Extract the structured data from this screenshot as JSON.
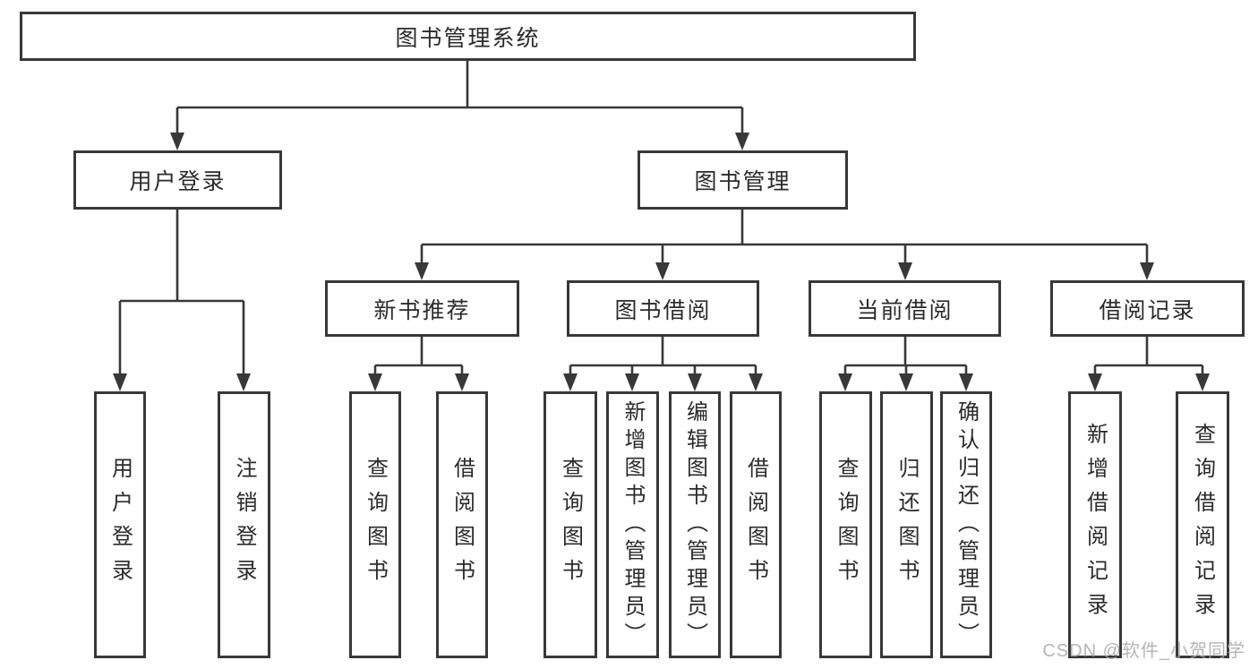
{
  "diagram": {
    "type": "hierarchy-tree",
    "root": {
      "label": "图书管理系统",
      "children": [
        {
          "label": "用户登录",
          "children": [
            {
              "label": "用户登录"
            },
            {
              "label": "注销登录"
            }
          ]
        },
        {
          "label": "图书管理",
          "children": [
            {
              "label": "新书推荐",
              "children": [
                {
                  "label": "查询图书"
                },
                {
                  "label": "借阅图书"
                }
              ]
            },
            {
              "label": "图书借阅",
              "children": [
                {
                  "label": "查询图书"
                },
                {
                  "label": "新增图书（管理员）"
                },
                {
                  "label": "编辑图书（管理员）"
                },
                {
                  "label": "借阅图书"
                }
              ]
            },
            {
              "label": "当前借阅",
              "children": [
                {
                  "label": "查询图书"
                },
                {
                  "label": "归还图书"
                },
                {
                  "label": "确认归还（管理员）"
                }
              ]
            },
            {
              "label": "借阅记录",
              "children": [
                {
                  "label": "新增借阅记录"
                },
                {
                  "label": "查询借阅记录"
                }
              ]
            }
          ]
        }
      ]
    }
  },
  "watermark": {
    "text": "CSDN @软件_小贺同学"
  },
  "colors": {
    "line": "#383838",
    "box_border": "#383838",
    "text": "#2b2b2b",
    "background": "#ffffff",
    "watermark": "#a8a8a8"
  }
}
